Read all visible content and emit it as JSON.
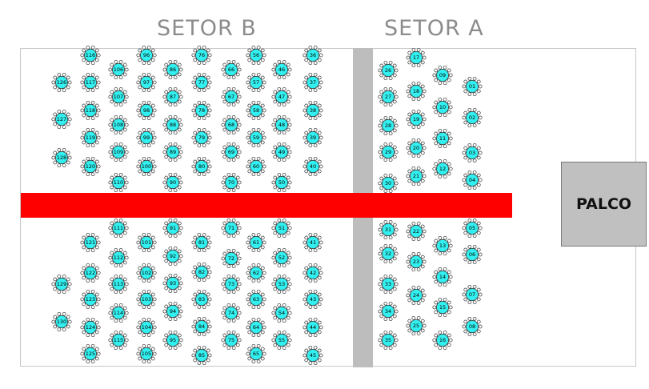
{
  "sectors": {
    "b_label": "SETOR B",
    "a_label": "SETOR A"
  },
  "stage": {
    "label": "PALCO"
  },
  "colors": {
    "table_fill": "#33f0f0",
    "bar": "#ff0000",
    "aisle": "#bdbdbd",
    "stage": "#c0c0c0"
  },
  "tables": [
    {
      "n": "116",
      "c": 113,
      "r": 69
    },
    {
      "n": "96",
      "c": 183,
      "r": 69
    },
    {
      "n": "76",
      "c": 252,
      "r": 69
    },
    {
      "n": "56",
      "c": 320,
      "r": 69
    },
    {
      "n": "36",
      "c": 391,
      "r": 69
    },
    {
      "n": "106",
      "c": 148,
      "r": 87
    },
    {
      "n": "86",
      "c": 216,
      "r": 87
    },
    {
      "n": "66",
      "c": 289,
      "r": 87
    },
    {
      "n": "46",
      "c": 352,
      "r": 87
    },
    {
      "n": "126",
      "c": 77,
      "r": 103
    },
    {
      "n": "117",
      "c": 113,
      "r": 103
    },
    {
      "n": "97",
      "c": 183,
      "r": 103
    },
    {
      "n": "77",
      "c": 252,
      "r": 103
    },
    {
      "n": "57",
      "c": 320,
      "r": 103
    },
    {
      "n": "37",
      "c": 391,
      "r": 103
    },
    {
      "n": "107",
      "c": 148,
      "r": 121
    },
    {
      "n": "87",
      "c": 216,
      "r": 121
    },
    {
      "n": "67",
      "c": 289,
      "r": 121
    },
    {
      "n": "47",
      "c": 352,
      "r": 121
    },
    {
      "n": "118",
      "c": 113,
      "r": 138
    },
    {
      "n": "98",
      "c": 183,
      "r": 138
    },
    {
      "n": "78",
      "c": 252,
      "r": 138
    },
    {
      "n": "58",
      "c": 320,
      "r": 138
    },
    {
      "n": "38",
      "c": 391,
      "r": 138
    },
    {
      "n": "127",
      "c": 77,
      "r": 149
    },
    {
      "n": "108",
      "c": 148,
      "r": 156
    },
    {
      "n": "88",
      "c": 216,
      "r": 156
    },
    {
      "n": "68",
      "c": 289,
      "r": 156
    },
    {
      "n": "48",
      "c": 352,
      "r": 156
    },
    {
      "n": "119",
      "c": 113,
      "r": 172
    },
    {
      "n": "99",
      "c": 183,
      "r": 172
    },
    {
      "n": "79",
      "c": 252,
      "r": 172
    },
    {
      "n": "59",
      "c": 320,
      "r": 172
    },
    {
      "n": "39",
      "c": 391,
      "r": 172
    },
    {
      "n": "109",
      "c": 148,
      "r": 190
    },
    {
      "n": "89",
      "c": 216,
      "r": 190
    },
    {
      "n": "69",
      "c": 289,
      "r": 190
    },
    {
      "n": "49",
      "c": 352,
      "r": 190
    },
    {
      "n": "128",
      "c": 77,
      "r": 197
    },
    {
      "n": "120",
      "c": 113,
      "r": 208
    },
    {
      "n": "100",
      "c": 183,
      "r": 208
    },
    {
      "n": "80",
      "c": 252,
      "r": 208
    },
    {
      "n": "60",
      "c": 320,
      "r": 208
    },
    {
      "n": "40",
      "c": 391,
      "r": 208
    },
    {
      "n": "110",
      "c": 148,
      "r": 228
    },
    {
      "n": "90",
      "c": 216,
      "r": 228
    },
    {
      "n": "70",
      "c": 289,
      "r": 228
    },
    {
      "n": "50",
      "c": 352,
      "r": 228
    },
    {
      "n": "17",
      "c": 520,
      "r": 72
    },
    {
      "n": "26",
      "c": 485,
      "r": 88
    },
    {
      "n": "09",
      "c": 553,
      "r": 94
    },
    {
      "n": "01",
      "c": 590,
      "r": 108
    },
    {
      "n": "18",
      "c": 520,
      "r": 114
    },
    {
      "n": "27",
      "c": 485,
      "r": 121
    },
    {
      "n": "10",
      "c": 553,
      "r": 134
    },
    {
      "n": "02",
      "c": 590,
      "r": 147
    },
    {
      "n": "19",
      "c": 520,
      "r": 149
    },
    {
      "n": "28",
      "c": 485,
      "r": 157
    },
    {
      "n": "11",
      "c": 553,
      "r": 173
    },
    {
      "n": "20",
      "c": 520,
      "r": 185
    },
    {
      "n": "29",
      "c": 485,
      "r": 190
    },
    {
      "n": "03",
      "c": 590,
      "r": 191
    },
    {
      "n": "12",
      "c": 553,
      "r": 211
    },
    {
      "n": "21",
      "c": 520,
      "r": 220
    },
    {
      "n": "04",
      "c": 590,
      "r": 225
    },
    {
      "n": "30",
      "c": 485,
      "r": 229
    },
    {
      "n": "111",
      "c": 148,
      "r": 285
    },
    {
      "n": "91",
      "c": 216,
      "r": 285
    },
    {
      "n": "71",
      "c": 289,
      "r": 285
    },
    {
      "n": "51",
      "c": 352,
      "r": 285
    },
    {
      "n": "121",
      "c": 113,
      "r": 303
    },
    {
      "n": "101",
      "c": 183,
      "r": 303
    },
    {
      "n": "81",
      "c": 252,
      "r": 303
    },
    {
      "n": "61",
      "c": 320,
      "r": 303
    },
    {
      "n": "41",
      "c": 391,
      "r": 303
    },
    {
      "n": "112",
      "c": 148,
      "r": 322
    },
    {
      "n": "92",
      "c": 216,
      "r": 320
    },
    {
      "n": "72",
      "c": 289,
      "r": 323
    },
    {
      "n": "52",
      "c": 352,
      "r": 322
    },
    {
      "n": "122",
      "c": 113,
      "r": 341
    },
    {
      "n": "102",
      "c": 183,
      "r": 341
    },
    {
      "n": "82",
      "c": 252,
      "r": 340
    },
    {
      "n": "62",
      "c": 320,
      "r": 341
    },
    {
      "n": "42",
      "c": 391,
      "r": 341
    },
    {
      "n": "129",
      "c": 77,
      "r": 355
    },
    {
      "n": "113",
      "c": 148,
      "r": 355
    },
    {
      "n": "93",
      "c": 216,
      "r": 354
    },
    {
      "n": "73",
      "c": 289,
      "r": 355
    },
    {
      "n": "53",
      "c": 352,
      "r": 355
    },
    {
      "n": "123",
      "c": 113,
      "r": 374
    },
    {
      "n": "103",
      "c": 183,
      "r": 374
    },
    {
      "n": "83",
      "c": 252,
      "r": 374
    },
    {
      "n": "63",
      "c": 320,
      "r": 374
    },
    {
      "n": "43",
      "c": 391,
      "r": 374
    },
    {
      "n": "114",
      "c": 148,
      "r": 391
    },
    {
      "n": "94",
      "c": 216,
      "r": 389
    },
    {
      "n": "74",
      "c": 289,
      "r": 391
    },
    {
      "n": "54",
      "c": 352,
      "r": 391
    },
    {
      "n": "130",
      "c": 77,
      "r": 402
    },
    {
      "n": "124",
      "c": 113,
      "r": 409
    },
    {
      "n": "104",
      "c": 183,
      "r": 409
    },
    {
      "n": "84",
      "c": 252,
      "r": 408
    },
    {
      "n": "64",
      "c": 320,
      "r": 409
    },
    {
      "n": "44",
      "c": 391,
      "r": 409
    },
    {
      "n": "115",
      "c": 148,
      "r": 425
    },
    {
      "n": "95",
      "c": 216,
      "r": 425
    },
    {
      "n": "75",
      "c": 289,
      "r": 425
    },
    {
      "n": "55",
      "c": 352,
      "r": 425
    },
    {
      "n": "125",
      "c": 113,
      "r": 442
    },
    {
      "n": "105",
      "c": 183,
      "r": 442
    },
    {
      "n": "85",
      "c": 252,
      "r": 444
    },
    {
      "n": "65",
      "c": 320,
      "r": 442
    },
    {
      "n": "45",
      "c": 391,
      "r": 444
    },
    {
      "n": "31",
      "c": 485,
      "r": 287
    },
    {
      "n": "05",
      "c": 590,
      "r": 285
    },
    {
      "n": "22",
      "c": 520,
      "r": 289
    },
    {
      "n": "13",
      "c": 553,
      "r": 307
    },
    {
      "n": "32",
      "c": 485,
      "r": 317
    },
    {
      "n": "06",
      "c": 590,
      "r": 318
    },
    {
      "n": "23",
      "c": 520,
      "r": 327
    },
    {
      "n": "14",
      "c": 553,
      "r": 346
    },
    {
      "n": "33",
      "c": 485,
      "r": 355
    },
    {
      "n": "07",
      "c": 590,
      "r": 368
    },
    {
      "n": "24",
      "c": 520,
      "r": 369
    },
    {
      "n": "15",
      "c": 553,
      "r": 384
    },
    {
      "n": "34",
      "c": 485,
      "r": 389
    },
    {
      "n": "25",
      "c": 520,
      "r": 407
    },
    {
      "n": "08",
      "c": 590,
      "r": 408
    },
    {
      "n": "16",
      "c": 553,
      "r": 425
    },
    {
      "n": "35",
      "c": 485,
      "r": 425
    }
  ]
}
